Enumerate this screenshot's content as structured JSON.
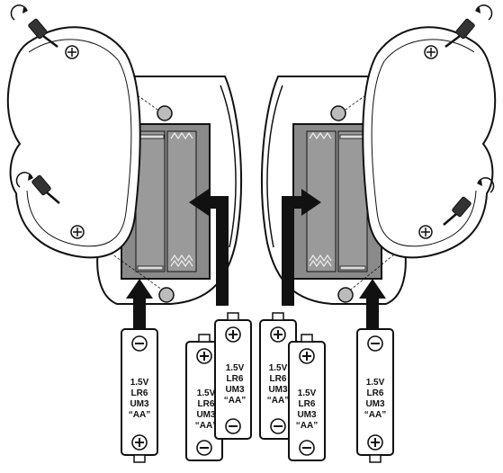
{
  "batteries": [
    {
      "id": "battery-1",
      "lines": [
        "1.5V",
        "LR6",
        "UM3",
        "“AA”"
      ]
    },
    {
      "id": "battery-2",
      "lines": [
        "1.5V",
        "LR6",
        "UM3",
        "“AA”"
      ]
    },
    {
      "id": "battery-3",
      "lines": [
        "1.5V",
        "LR6",
        "UM3",
        "“AA”"
      ]
    },
    {
      "id": "battery-4",
      "lines": [
        "1.5V",
        "LR6",
        "UM3",
        "“AA”"
      ]
    },
    {
      "id": "battery-5",
      "lines": [
        "1.5V",
        "LR6",
        "UM3",
        "“AA”"
      ]
    },
    {
      "id": "battery-6",
      "lines": [
        "1.5V",
        "LR6",
        "UM3",
        "“AA”"
      ]
    }
  ],
  "terminal_symbols": {
    "positive": "plus-symbol",
    "negative": "minus-symbol"
  },
  "colors": {
    "line": "#111111",
    "compartment": "#8a8a8a",
    "screw_boss": "#bcbcbc",
    "arrow": "#111111"
  }
}
